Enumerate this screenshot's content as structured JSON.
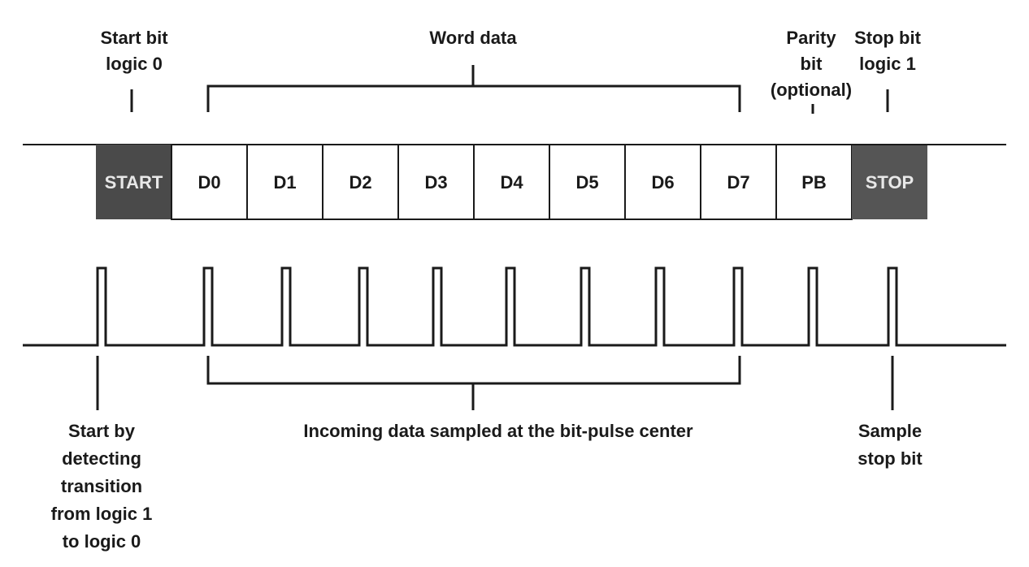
{
  "labels": {
    "start_bit": [
      "Start bit",
      "logic 0"
    ],
    "word_data": "Word data",
    "parity_bit": [
      "Parity",
      "bit",
      "(optional)"
    ],
    "stop_bit": [
      "Stop bit",
      "logic 1"
    ],
    "start_detect": [
      "Start by",
      "detecting",
      "transition",
      "from logic 1",
      "to logic 0"
    ],
    "incoming": "Incoming data sampled at the bit-pulse center",
    "sample_stop": [
      "Sample",
      "stop bit"
    ]
  },
  "frame": [
    {
      "label": "START",
      "kind": "start"
    },
    {
      "label": "D0",
      "kind": "data"
    },
    {
      "label": "D1",
      "kind": "data"
    },
    {
      "label": "D2",
      "kind": "data"
    },
    {
      "label": "D3",
      "kind": "data"
    },
    {
      "label": "D4",
      "kind": "data"
    },
    {
      "label": "D5",
      "kind": "data"
    },
    {
      "label": "D6",
      "kind": "data"
    },
    {
      "label": "D7",
      "kind": "data"
    },
    {
      "label": "PB",
      "kind": "parity"
    },
    {
      "label": "STOP",
      "kind": "stop"
    }
  ],
  "colors": {
    "line": "#1a1a1a",
    "start_fill": "#4a4a4a",
    "stop_fill": "#555555",
    "data_fill": "#ffffff",
    "dark_text": "#e8e8e8"
  }
}
